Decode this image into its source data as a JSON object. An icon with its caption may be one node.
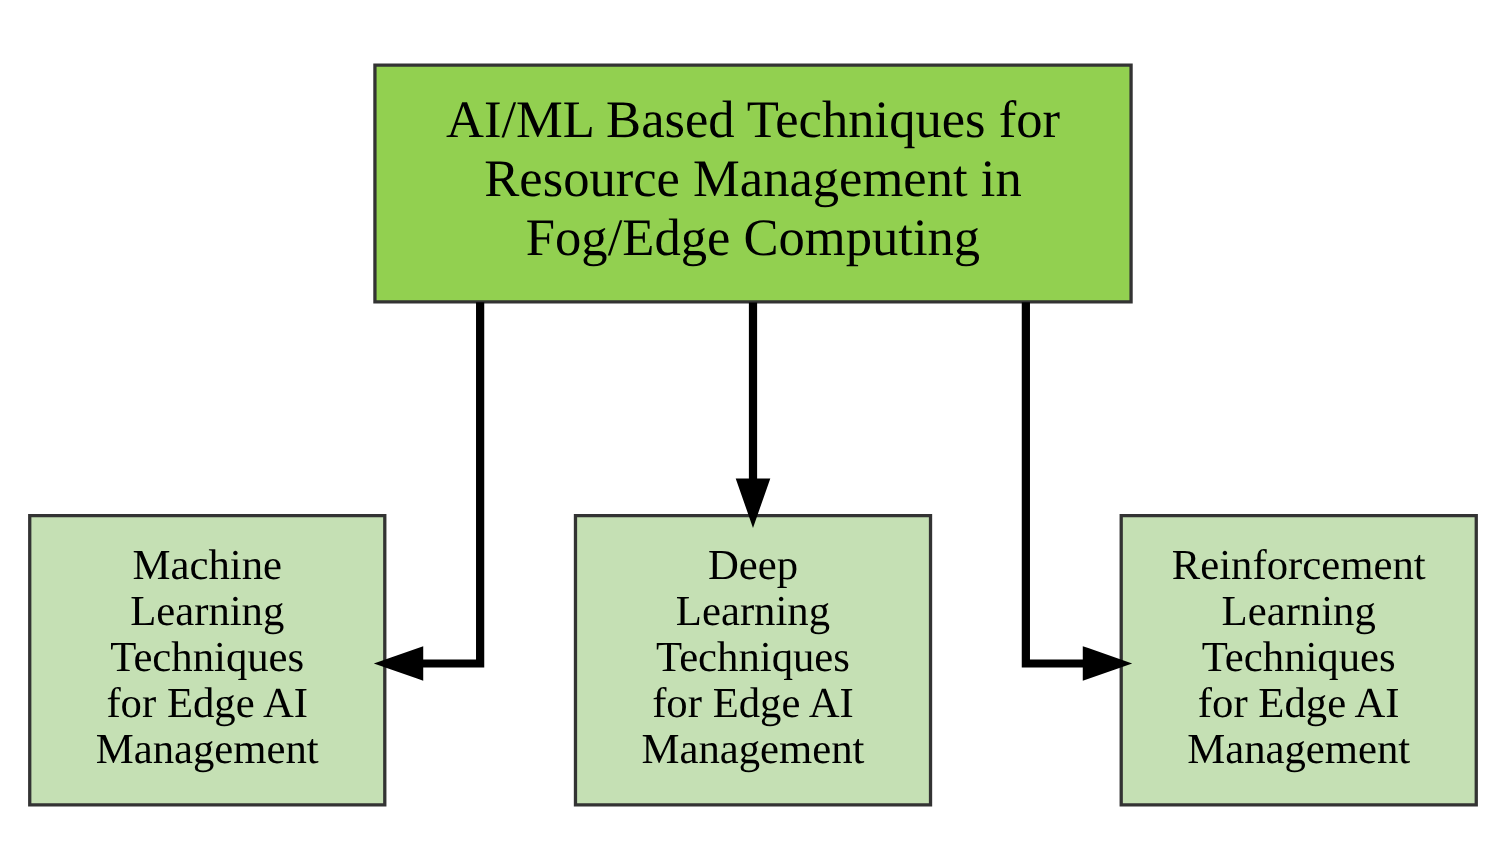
{
  "diagram": {
    "nodes": [
      {
        "text": [
          "AI/ML Based Techniques for Resource Management in Fog/Edge Computing"
        ]
      },
      {
        "text": [
          "Machine Learning Techniques for Edge AI Management"
        ]
      },
      {
        "text": [
          "Deep Learning Techniques for Edge AI Management"
        ]
      },
      {
        "text": [
          "Reinforcement Learning Techniques for Edge AI Management"
        ]
      }
    ],
    "edges": [
      {
        "from": 0,
        "to": 1,
        "arrow": "to"
      },
      {
        "from": 0,
        "to": 2,
        "arrow": "to"
      },
      {
        "from": 0,
        "to": 3,
        "arrow": "to"
      }
    ]
  }
}
